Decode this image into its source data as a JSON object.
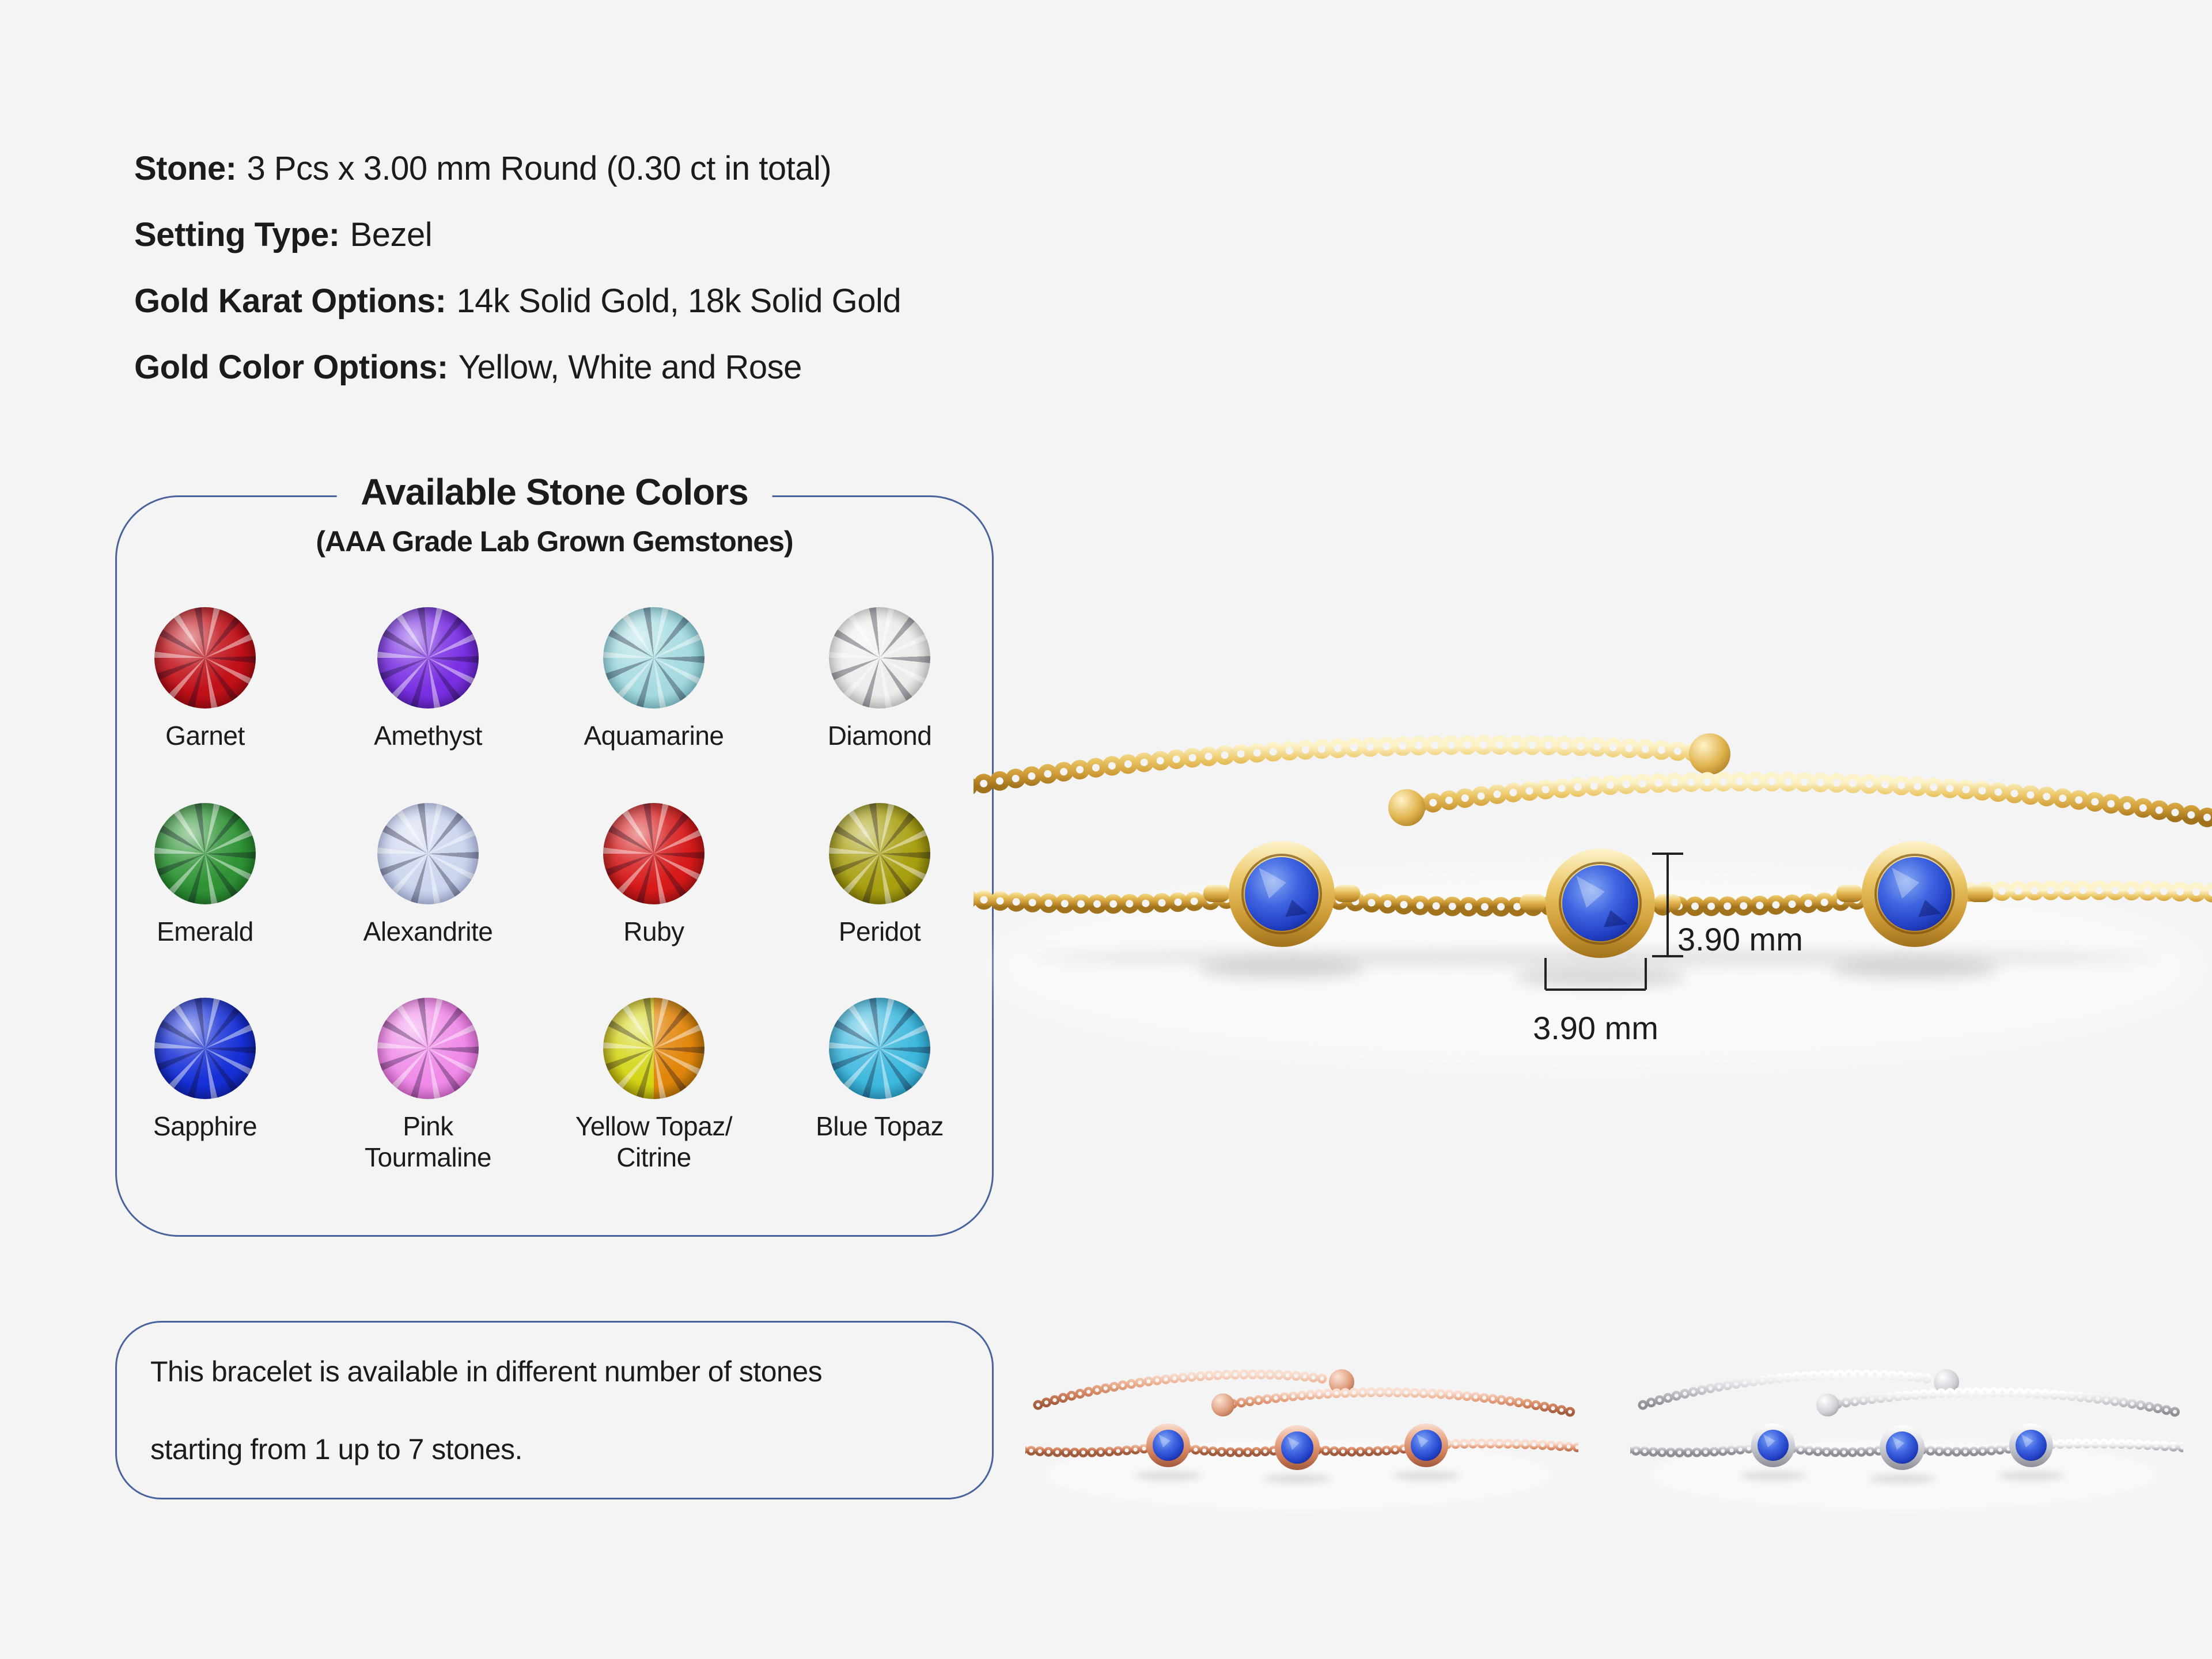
{
  "page": {
    "background": "#f4f4f5",
    "text_color": "#1b1b1b",
    "box_border_color": "#49649c"
  },
  "specs": [
    {
      "label": "Stone:",
      "value": "3 Pcs x 3.00 mm Round (0.30 ct in total)"
    },
    {
      "label": "Setting Type:",
      "value": "Bezel"
    },
    {
      "label": "Gold Karat Options:",
      "value": "14k Solid Gold, 18k Solid Gold"
    },
    {
      "label": "Gold Color Options:",
      "value": "Yellow, White and Rose"
    }
  ],
  "stone_colors_box": {
    "title": "Available Stone Colors",
    "subtitle": "(AAA Grade Lab Grown Gemstones)",
    "gems": [
      {
        "label": "Garnet",
        "base": "#c01018",
        "dark": "#640608"
      },
      {
        "label": "Amethyst",
        "base": "#7a2fe2",
        "dark": "#331076"
      },
      {
        "label": "Aquamarine",
        "base": "#a5dbe0",
        "dark": "#4e98a6"
      },
      {
        "label": "Diamond",
        "base": "#ececea",
        "dark": "#a8a8a4"
      },
      {
        "label": "Emerald",
        "base": "#2f9335",
        "dark": "#114d18"
      },
      {
        "label": "Alexandrite",
        "base": "#ccd5ee",
        "dark": "#7f8fc2"
      },
      {
        "label": "Ruby",
        "base": "#d61a1a",
        "dark": "#6e0a0a"
      },
      {
        "label": "Peridot",
        "base": "#a89f10",
        "dark": "#4f4a06"
      },
      {
        "label": "Sapphire",
        "base": "#1630d6",
        "dark": "#060f66"
      },
      {
        "label": "Pink\nTourmaline",
        "base": "#ef8ae8",
        "dark": "#a63c9e"
      },
      {
        "label": "Yellow Topaz/\nCitrine",
        "base": "#d2d414",
        "base2": "#e1860c",
        "dark": "#6e4d04"
      },
      {
        "label": "Blue Topaz",
        "base": "#3eb8de",
        "dark": "#136e92"
      }
    ]
  },
  "info_box": {
    "line1": "This bracelet is available in different number of stones",
    "line2": "starting from 1 up to 7 stones."
  },
  "main_bracelet": {
    "height_label": "3.90 mm",
    "width_label": "3.90 mm",
    "stone_color": "#2a4fd4",
    "metal_color": "#d4a545"
  },
  "variants": [
    {
      "name": "rose-gold-bracelet",
      "metal_color": "#d98e6e",
      "stone_color": "#2a4fd4"
    },
    {
      "name": "white-gold-bracelet",
      "metal_color": "#c3c3c9",
      "stone_color": "#2a4fd4"
    }
  ]
}
